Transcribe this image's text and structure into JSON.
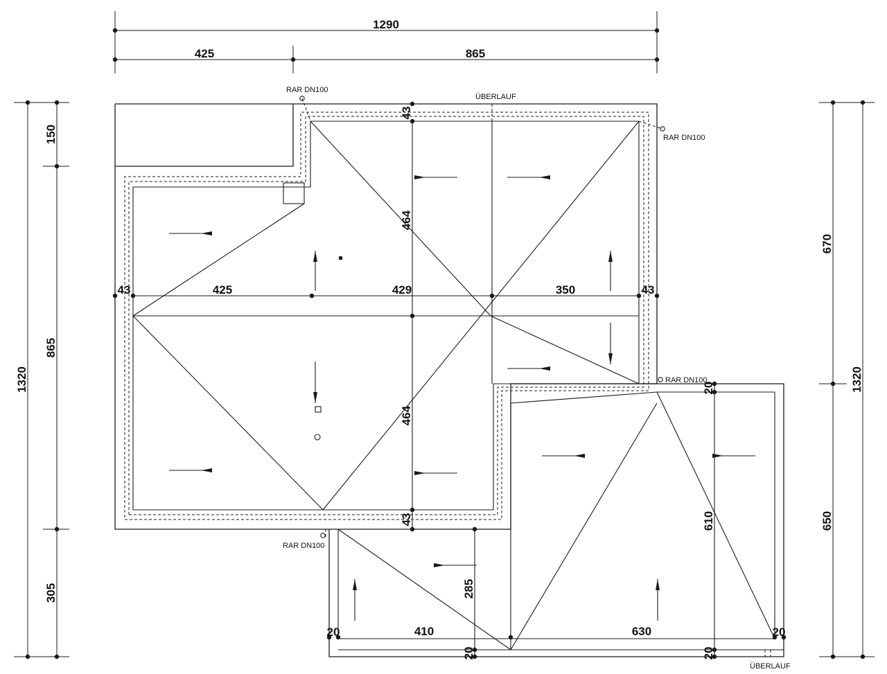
{
  "dimensions": {
    "top_total": "1290",
    "top_left": "425",
    "top_right": "865",
    "left_total": "1320",
    "left_top": "150",
    "left_mid": "865",
    "left_bottom": "305",
    "right_total": "1320",
    "right_top": "670",
    "right_bottom": "650",
    "inner_top_left": "43",
    "inner_row_a": "425",
    "inner_row_b": "429",
    "inner_row_c": "350",
    "inner_top_right": "43",
    "inner_top_mid": "43",
    "inner_bottom_mid": "43",
    "vertical_upper": "464",
    "vertical_lower": "464",
    "lower_left": "285",
    "lower_right": "610",
    "bottom_a": "410",
    "bottom_b": "630",
    "small_20_a": "20",
    "small_20_b": "20",
    "small_20_c": "20",
    "small_20_d": "20",
    "small_20_e": "20",
    "small_20_f": "20"
  },
  "labels": {
    "drain_top_left": "RAR DN100",
    "overflow_top": "ÜBERLAUF",
    "drain_top_right": "RAR DN100",
    "drain_mid_right": "RAR DN100",
    "drain_bottom_left": "RAR DN100",
    "overflow_bottom": "ÜBERLAUF"
  }
}
